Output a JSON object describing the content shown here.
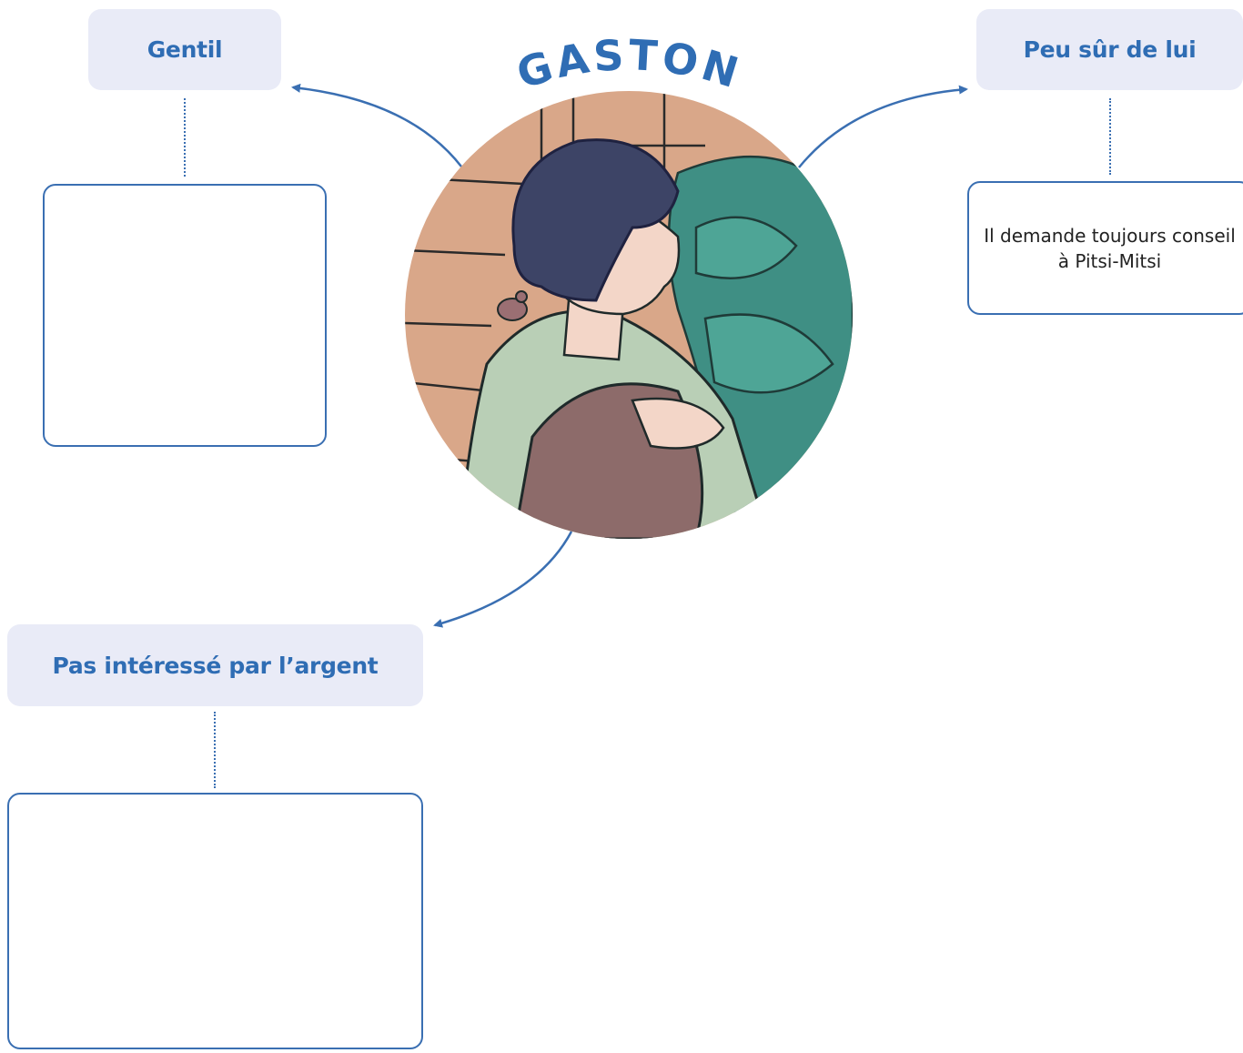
{
  "title": "GASTON",
  "colors": {
    "accent": "#2f6db4",
    "trait_bg": "#e9ebf7",
    "box_border": "#3a6fb2"
  },
  "traits": [
    {
      "label": "Gentil",
      "answer": ""
    },
    {
      "label": "Peu sûr de lui",
      "answer": "Il demande toujours conseil à Pitsi-Mitsi"
    },
    {
      "label": "Pas intéressé par l’argent",
      "answer": ""
    }
  ],
  "portrait": {
    "subject": "boy-with-mouse-illustration"
  }
}
